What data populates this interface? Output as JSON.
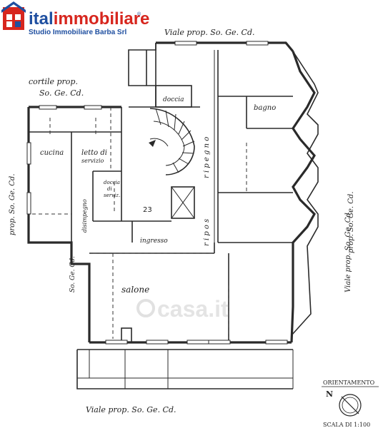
{
  "logo": {
    "brand_prefix": "ital",
    "brand_suffix": "immobiliare",
    "registered_mark": "®",
    "subtitle": "Studio Immobiliare Barba Srl",
    "color_primary": "#d7261e",
    "color_secondary": "#1f4fa0"
  },
  "labels": {
    "street_top": "Viale prop. So. Ge. Cd.",
    "street_right": "Viale prop. So. Ge. Cd.",
    "street_bottom": "Viale prop. So. Ge. Cd.",
    "courtyard_line1": "cortile prop.",
    "courtyard_line2": "So. Ge. Cd.",
    "prop_left": "prop. So. Ge. Cd.",
    "prop_mid_left": "So. Ge. Cd.",
    "prop_right": "prop. So. Ge. Cd.",
    "doccia": "doccia",
    "bagno": "bagno",
    "cucina": "cucina",
    "letto_line1": "letto di",
    "letto_line2": "servizio",
    "disimpegno": "disimpegno",
    "doccia_servizio_line1": "doccia",
    "doccia_servizio_line2": "di",
    "doccia_servizio_line3": "serviz.",
    "number": "23",
    "ingresso": "ingresso",
    "salone": "salone",
    "ripostiglio": "r i p o s",
    "ripostiglio_upper": "r i p e g n o"
  },
  "watermark": "casa.it",
  "orientation": {
    "title": "ORIENTAMENTO",
    "north": "N",
    "scale": "SCALA DI 1:100"
  }
}
